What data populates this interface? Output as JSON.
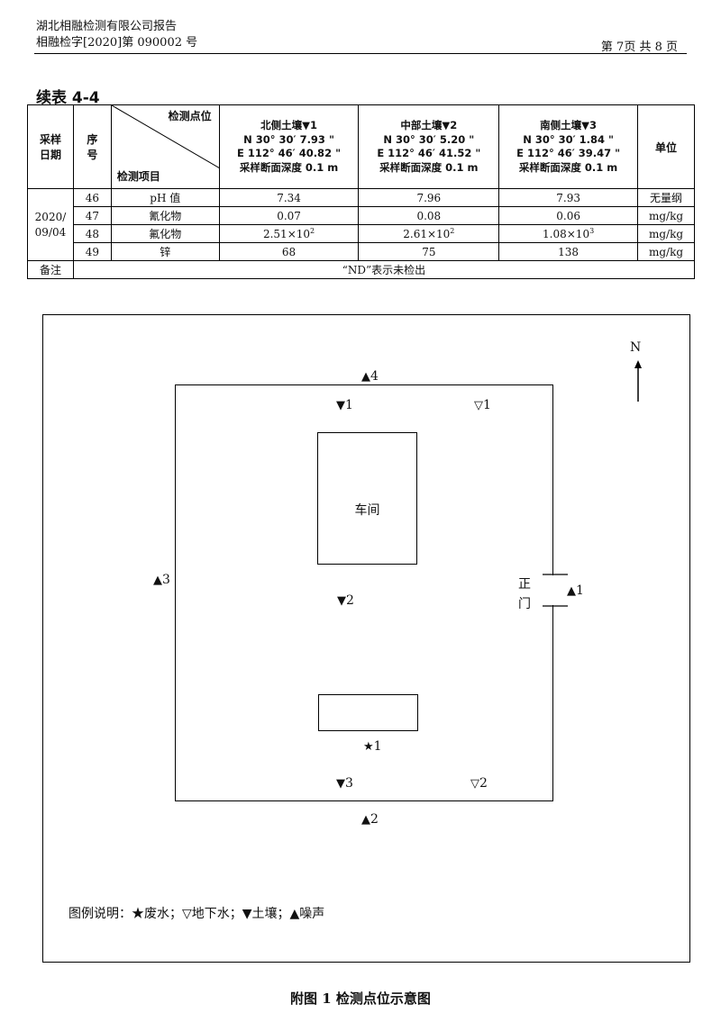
{
  "header": {
    "company": "湖北相融检测有限公司报告",
    "report_no": "相融检字[2020]第 090002 号",
    "page": "第 7页  共 8 页"
  },
  "table": {
    "title": "续表 4-4",
    "col_date": "采样\n日期",
    "col_seq": "序\n号",
    "diag_top": "检测点位",
    "diag_bottom": "检测项目",
    "col_unit": "单位",
    "points": [
      {
        "name": "北侧土壤▼1",
        "n": "N 30°  30′ 7.93 \"",
        "e": "E 112°  46′ 40.82 \"",
        "depth": "采样断面深度 0.1 m"
      },
      {
        "name": "中部土壤▼2",
        "n": "N 30°  30′ 5.20 \"",
        "e": "E 112°  46′ 41.52 \"",
        "depth": "采样断面深度 0.1 m"
      },
      {
        "name": "南侧土壤▼3",
        "n": "N 30°  30′ 1.84 \"",
        "e": "E 112°  46′ 39.47 \"",
        "depth": "采样断面深度 0.1 m"
      }
    ],
    "date": "2020/\n09/04",
    "rows": [
      {
        "seq": "46",
        "item": "pH 值",
        "v1": "7.34",
        "v2": "7.96",
        "v3": "7.93",
        "unit": "无量纲"
      },
      {
        "seq": "47",
        "item": "氰化物",
        "v1": "0.07",
        "v2": "0.08",
        "v3": "0.06",
        "unit": "mg/kg"
      },
      {
        "seq": "48",
        "item": "氟化物",
        "v1": "2.51×10",
        "v1_exp": "2",
        "v2": "2.61×10",
        "v2_exp": "2",
        "v3": "1.08×10",
        "v3_exp": "3",
        "unit": "mg/kg"
      },
      {
        "seq": "49",
        "item": "锌",
        "v1": "68",
        "v2": "75",
        "v3": "138",
        "unit": "mg/kg"
      }
    ],
    "remark_label": "备注",
    "remark": "“ND”表示未检出"
  },
  "map": {
    "north": "N",
    "workshop": "车间",
    "gate_1": "正",
    "gate_2": "门",
    "markers": {
      "noise_4": {
        "glyph": "▲",
        "num": "4"
      },
      "soil_1": {
        "glyph": "▼",
        "num": "1"
      },
      "gw_1": {
        "glyph": "▽",
        "num": "1"
      },
      "noise_3": {
        "glyph": "▲",
        "num": "3"
      },
      "soil_2": {
        "glyph": "▼",
        "num": "2"
      },
      "noise_1": {
        "glyph": "▲",
        "num": "1"
      },
      "waste_1": {
        "glyph": "★",
        "num": "1"
      },
      "soil_3": {
        "glyph": "▼",
        "num": "3"
      },
      "gw_2": {
        "glyph": "▽",
        "num": "2"
      },
      "noise_2": {
        "glyph": "▲",
        "num": "2"
      }
    },
    "legend": "图例说明：★废水；▽地下水；▼土壤；▲噪声"
  },
  "caption": "附图 1    检测点位示意图"
}
